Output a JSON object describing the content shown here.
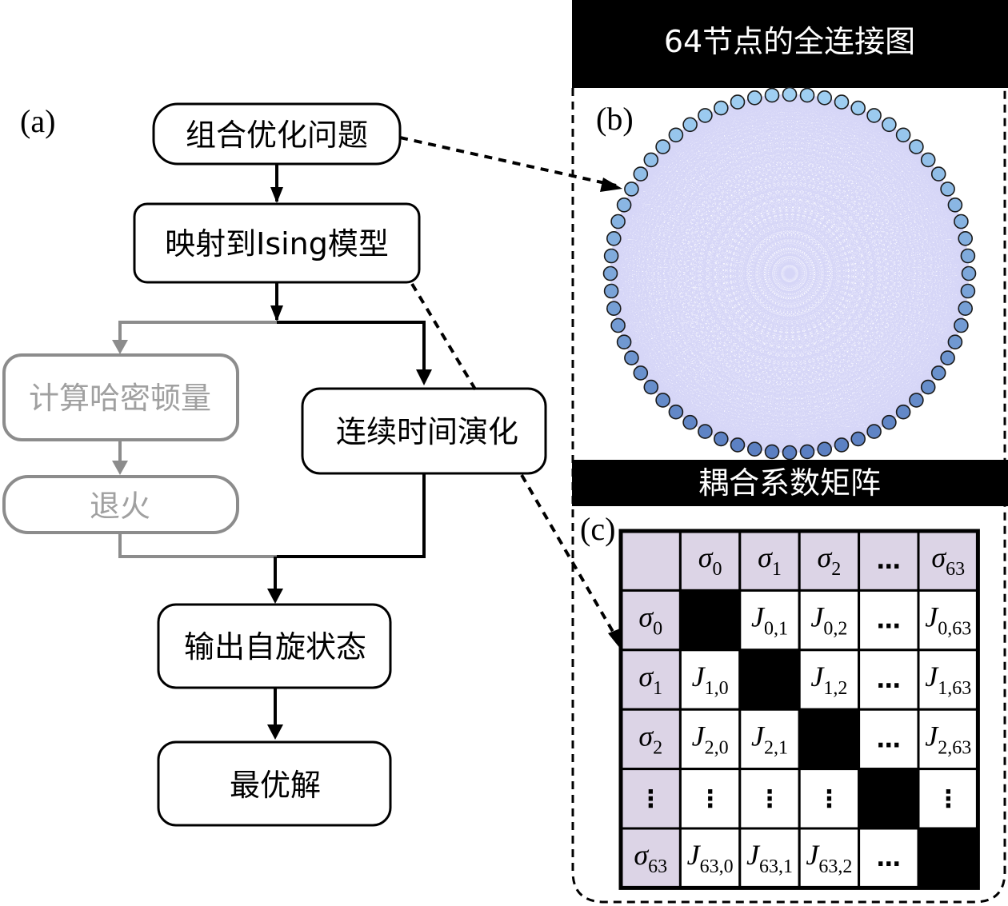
{
  "panels": {
    "a_label": "(a)",
    "b_label": "(b)",
    "c_label": "(c)"
  },
  "flowchart": {
    "step1": "组合优化问题",
    "step2": "映射到Ising模型",
    "branch_left_1": "计算哈密顿量",
    "branch_left_2": "退火",
    "branch_right": "连续时间演化",
    "step_output": "输出自旋状态",
    "step_final": "最优解"
  },
  "graph_panel": {
    "header": "64节点的全连接图",
    "node_count": 64,
    "node_color_light": "#9fcff2",
    "node_color_dark": "#5b7fc2",
    "edge_color": "#b4b4f0"
  },
  "matrix_panel": {
    "header": "耦合系数矩阵",
    "col_headers": [
      {
        "sym": "σ",
        "sub": "0"
      },
      {
        "sym": "σ",
        "sub": "1"
      },
      {
        "sym": "σ",
        "sub": "2"
      },
      {
        "sym": "…",
        "sub": ""
      },
      {
        "sym": "σ",
        "sub": "63"
      }
    ],
    "rows": [
      {
        "head": {
          "sym": "σ",
          "sub": "0"
        },
        "cells": [
          {
            "sym": "",
            "sub": "",
            "black": true
          },
          {
            "sym": "J",
            "sub": "0,1"
          },
          {
            "sym": "J",
            "sub": "0,2"
          },
          {
            "sym": "…",
            "sub": ""
          },
          {
            "sym": "J",
            "sub": "0,63"
          }
        ]
      },
      {
        "head": {
          "sym": "σ",
          "sub": "1"
        },
        "cells": [
          {
            "sym": "J",
            "sub": "1,0"
          },
          {
            "sym": "",
            "sub": "",
            "black": true
          },
          {
            "sym": "J",
            "sub": "1,2"
          },
          {
            "sym": "…",
            "sub": ""
          },
          {
            "sym": "J",
            "sub": "1,63"
          }
        ]
      },
      {
        "head": {
          "sym": "σ",
          "sub": "2"
        },
        "cells": [
          {
            "sym": "J",
            "sub": "2,0"
          },
          {
            "sym": "J",
            "sub": "2,1"
          },
          {
            "sym": "",
            "sub": "",
            "black": true
          },
          {
            "sym": "…",
            "sub": ""
          },
          {
            "sym": "J",
            "sub": "2,63"
          }
        ]
      },
      {
        "head": {
          "sym": "⋮",
          "sub": ""
        },
        "cells": [
          {
            "sym": "⋮",
            "sub": ""
          },
          {
            "sym": "⋮",
            "sub": ""
          },
          {
            "sym": "⋮",
            "sub": ""
          },
          {
            "sym": "",
            "sub": "",
            "black": true
          },
          {
            "sym": "⋮",
            "sub": ""
          }
        ]
      },
      {
        "head": {
          "sym": "σ",
          "sub": "63"
        },
        "cells": [
          {
            "sym": "J",
            "sub": "63,0"
          },
          {
            "sym": "J",
            "sub": "63,1"
          },
          {
            "sym": "J",
            "sub": "63,2"
          },
          {
            "sym": "…",
            "sub": ""
          },
          {
            "sym": "",
            "sub": "",
            "black": true
          }
        ]
      }
    ],
    "header_fill": "#dcd4e6"
  },
  "colors": {
    "active": "#000000",
    "inactive": "#8c8c8c",
    "inactive_text": "#a0a0a0"
  }
}
